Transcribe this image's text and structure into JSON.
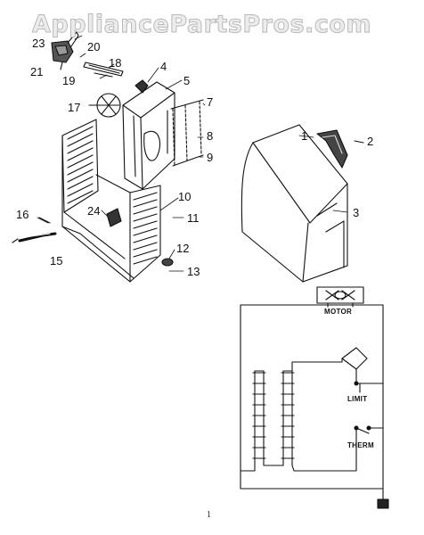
{
  "watermark": "AppliancePartsPros.com",
  "callouts": [
    "1",
    "2",
    "3",
    "4",
    "5",
    "7",
    "8",
    "9",
    "10",
    "11",
    "12",
    "13",
    "15",
    "16",
    "17",
    "18",
    "19",
    "20",
    "21",
    "23",
    "24"
  ],
  "schematic_labels": {
    "motor": "MOTOR",
    "limit": "LIMIT",
    "therm": "THERM"
  },
  "page_mark": "1"
}
